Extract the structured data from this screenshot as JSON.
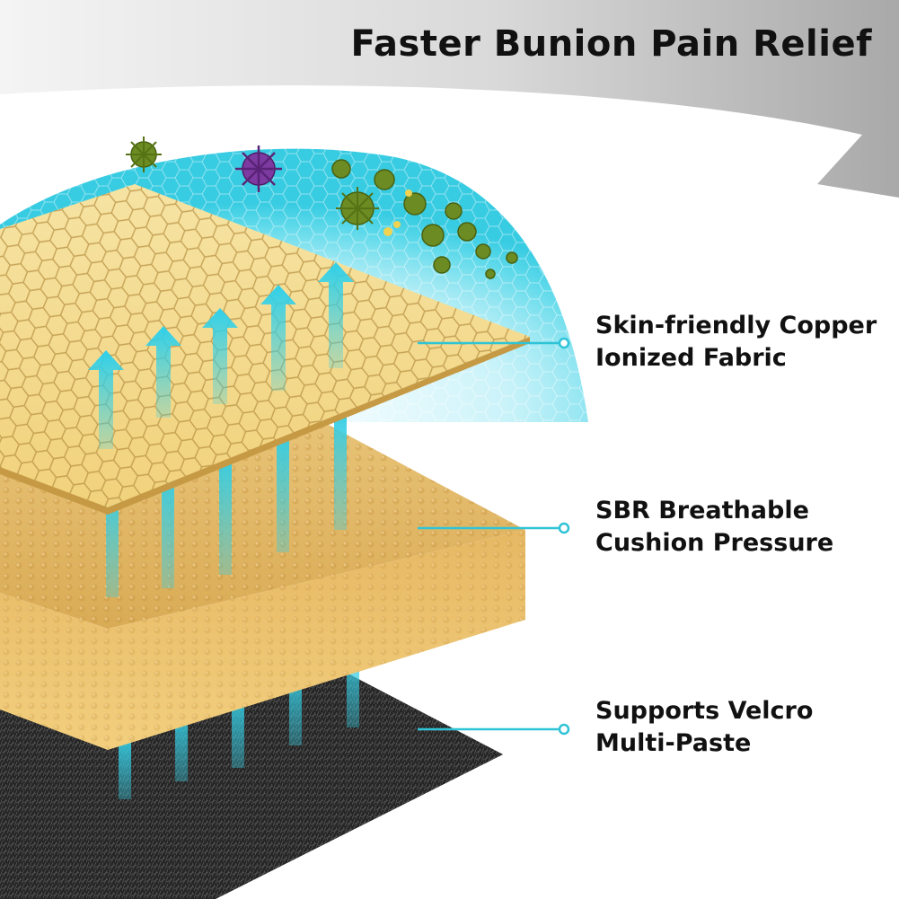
{
  "header": {
    "title": "Faster Bunion Pain Relief"
  },
  "layers": [
    {
      "line1": "Skin-friendly Copper",
      "line2": "Ionized Fabric"
    },
    {
      "line1": "SBR Breathable",
      "line2": "Cushion Pressure"
    },
    {
      "line1": "Supports Velcro",
      "line2": "Multi-Paste"
    }
  ],
  "colors": {
    "accent": "#2fc3d6",
    "fabric": "#f1d68a",
    "foam": "#e0b766",
    "velcro": "#2c2c2c",
    "text": "#111111"
  },
  "icons": [
    "bacteria-icon",
    "upward-arrow-icon",
    "callout-dot-icon"
  ]
}
